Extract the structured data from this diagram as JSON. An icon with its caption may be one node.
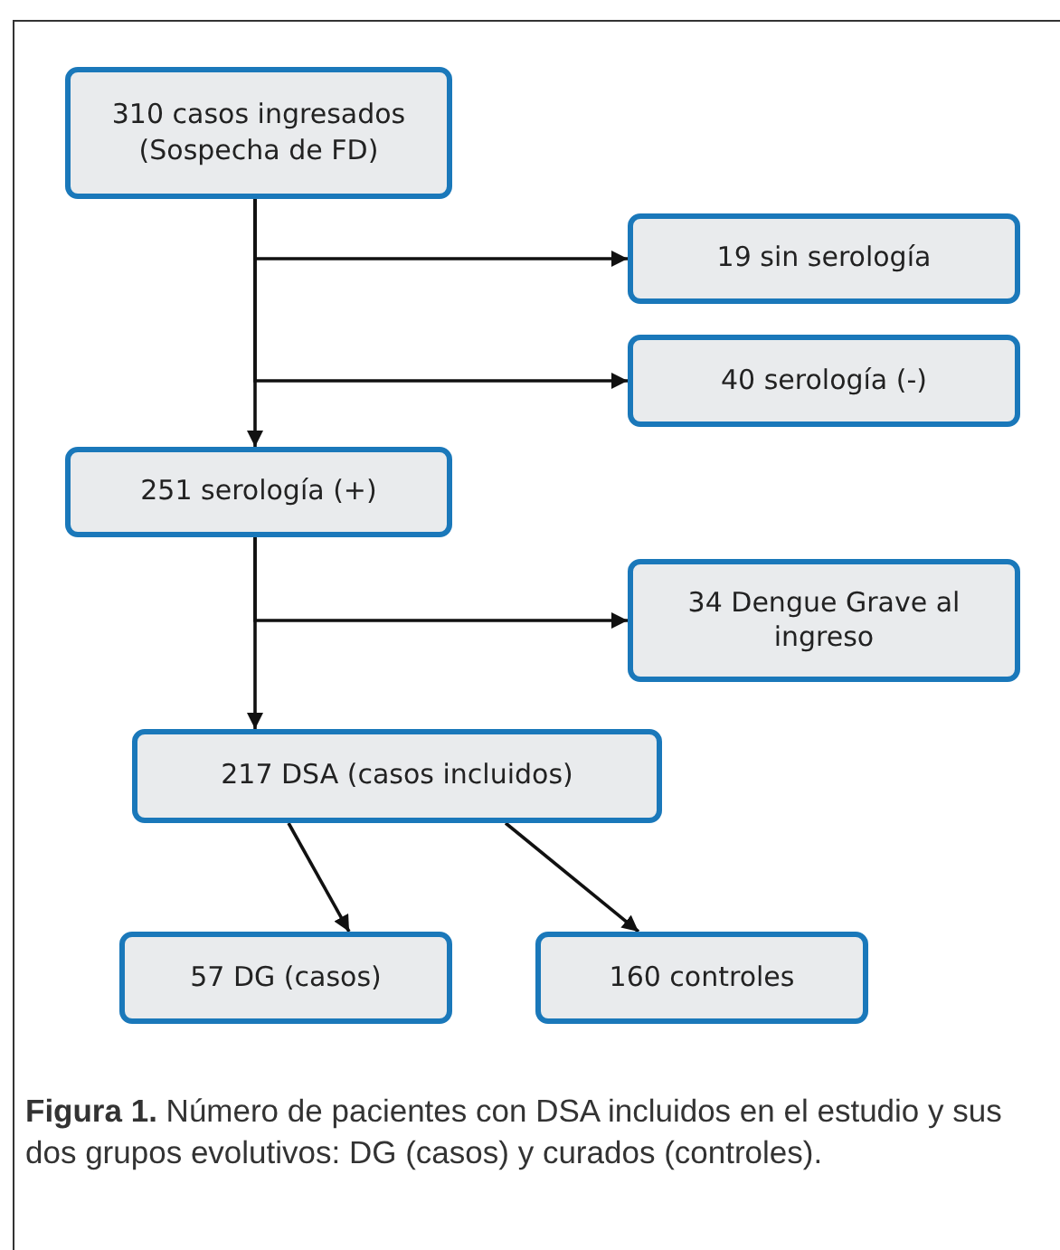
{
  "diagram": {
    "caption": "**Figura 1.** Número de pacientes con DSA incluidos en el estudio y sus dos grupos evolutivos: DG (casos) y curados (controles).",
    "nodes": [
      {
        "text": [
          "310 casos ingresados (Sospecha de FD)"
        ]
      },
      {
        "text": [
          "19 sin serología"
        ]
      },
      {
        "text": [
          "40 serología (-)"
        ]
      },
      {
        "text": [
          "251 serología (+)"
        ]
      },
      {
        "text": [
          "34 Dengue Grave al ingreso"
        ]
      },
      {
        "text": [
          "217 DSA (casos incluidos)"
        ]
      },
      {
        "text": [
          "57 DG (casos)"
        ]
      },
      {
        "text": [
          "160 controles"
        ]
      }
    ],
    "edges": [
      {
        "from": 0,
        "to": 1,
        "arrow": "to"
      },
      {
        "from": 0,
        "to": 2,
        "arrow": "to"
      },
      {
        "from": 0,
        "to": 3,
        "arrow": "to"
      },
      {
        "from": 3,
        "to": 4,
        "arrow": "to"
      },
      {
        "from": 3,
        "to": 5,
        "arrow": "to"
      },
      {
        "from": 5,
        "to": 6,
        "arrow": "to"
      },
      {
        "from": 5,
        "to": 7,
        "arrow": "to"
      }
    ]
  }
}
